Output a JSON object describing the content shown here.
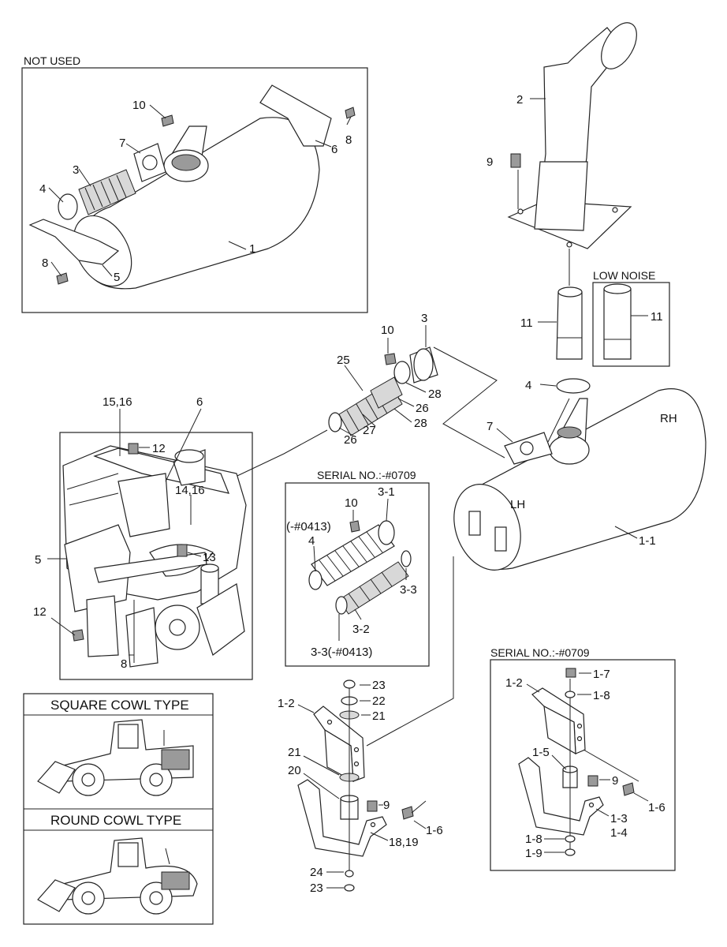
{
  "headers": {
    "not_used": "NOT USED",
    "low_noise": "LOW NOISE",
    "serial_mid": "SERIAL NO.:-#0709",
    "serial_right": "SERIAL NO.:-#0709",
    "rh": "RH",
    "lh": "LH"
  },
  "captions": {
    "square": "SQUARE COWL TYPE",
    "round": "ROUND COWL TYPE"
  },
  "callouts": {
    "nu_10": "10",
    "nu_8a": "8",
    "nu_7": "7",
    "nu_6": "6",
    "nu_3": "3",
    "nu_4": "4",
    "nu_1": "1",
    "nu_8b": "8",
    "nu_5": "5",
    "tr_2": "2",
    "tr_9": "9",
    "tr_11a": "11",
    "tr_11b": "11",
    "c_10": "10",
    "c_3": "3",
    "c_25": "25",
    "c_28a": "28",
    "c_26a": "26",
    "c_28b": "28",
    "c_27": "27",
    "c_26b": "26",
    "c_4": "4",
    "c_7": "7",
    "c_11": "1-1",
    "e_1516": "15,16",
    "e_6": "6",
    "e_12a": "12",
    "e_1416": "14,16",
    "e_5": "5",
    "e_13": "13",
    "e_12b": "12",
    "e_8": "8",
    "s_10": "10",
    "s_31": "3-1",
    "s_0413": "(-#0413)",
    "s_4": "4",
    "s_33a": "3-3",
    "s_32": "3-2",
    "s_33b": "3-3(-#0413)",
    "b_23a": "23",
    "b_22": "22",
    "b_21a": "21",
    "b_12": "1-2",
    "b_21b": "21",
    "b_20": "20",
    "b_9": "9",
    "b_16": "1-6",
    "b_1819": "18,19",
    "b_24": "24",
    "b_23b": "23",
    "r_17": "1-7",
    "r_12": "1-2",
    "r_18a": "1-8",
    "r_15": "1-5",
    "r_9": "9",
    "r_16": "1-6",
    "r_13": "1-3",
    "r_14": "1-4",
    "r_18b": "1-8",
    "r_19": "1-9"
  }
}
